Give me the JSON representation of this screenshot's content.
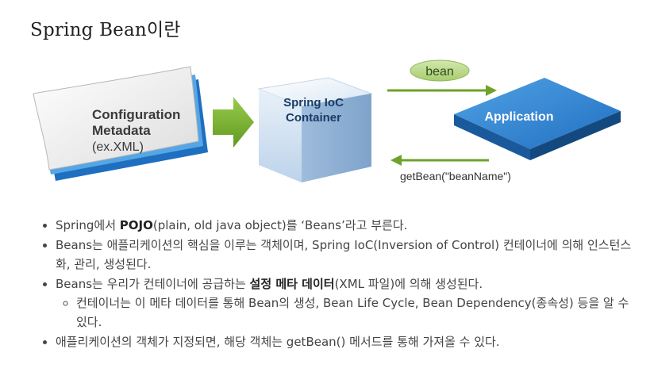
{
  "page": {
    "title": "Spring Bean이란"
  },
  "diagram": {
    "config_box": {
      "line1": "Configuration",
      "line2": "Metadata",
      "line3": "(ex.XML)"
    },
    "container_box": {
      "line1": "Spring IoC",
      "line2": "Container"
    },
    "application_box": {
      "label": "Application"
    },
    "bean_pill": {
      "label": "bean"
    },
    "getbean_label": "getBean(\"beanName\")",
    "colors": {
      "blue": "#2f7fd0",
      "green": "#7ab02f",
      "pill": "#b9d88a",
      "paper": "#f2f2f2"
    }
  },
  "bullets": {
    "b1": {
      "t1": "Spring에서 ",
      "strong": "POJO",
      "t2": "(plain, old java object)를 ‘Beans’라고 부른다."
    },
    "b2": {
      "t1": "Beans는 애플리케이션의 핵심을 이루는 객체이며, Spring IoC(Inversion of Control) 컨테이너에 의해 인스턴스화, 관리, 생성된다."
    },
    "b3": {
      "t1": "Beans는 우리가 컨테이너에 공급하는 ",
      "strong": "설정 메타 데이터",
      "t2": "(XML 파일)에 의해 생성된다."
    },
    "b3_sub": {
      "t1": "컨테이너는 이 메타 데이터를 통해 Bean의 생성, Bean Life Cycle, Bean Dependency(종속성) 등을 알 수 있다."
    },
    "b4": {
      "t1": "애플리케이션의 객체가 지정되면, 해당 객체는 getBean() 메서드를 통해 가져올 수 있다."
    }
  }
}
